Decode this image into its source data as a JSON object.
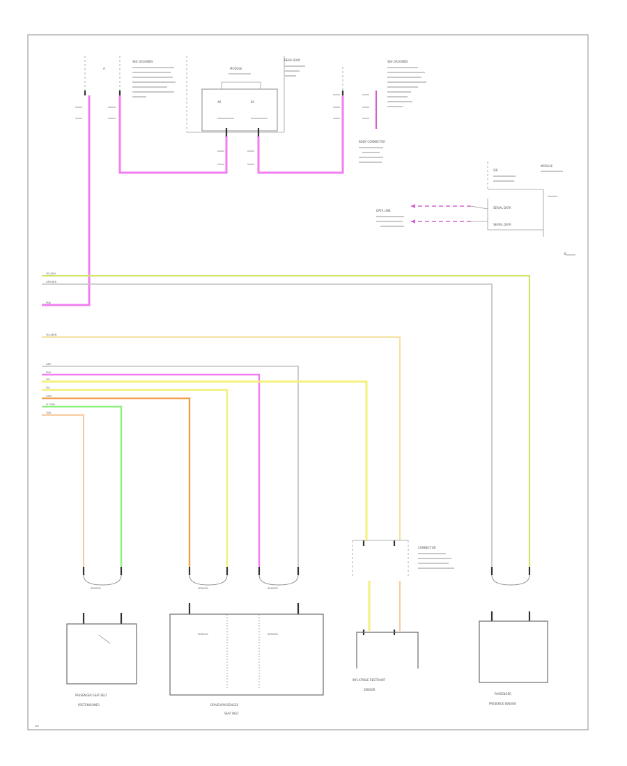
{
  "colors": {
    "pink": "#f27cf0",
    "yellow": "#f5f07a",
    "light_yellow": "#f6e07a",
    "orange": "#f2a04e",
    "light_orange": "#f8c89c",
    "green": "#8ef07e",
    "olive": "#d4e26a",
    "gray": "#b4b4b4",
    "magenta": "#d060d0"
  },
  "labels": {
    "top_left_conn": "A",
    "top_left_note": "SEE GROUNDS",
    "center_module_title": "MODULE",
    "center_module_note": "REAR BODY",
    "center_pin_a": "A6",
    "center_pin_b": "B3",
    "right_note": "SEE GROUNDS",
    "right_splice": "BODY CONNECTOR",
    "ref_box_title": "SIR",
    "ref_box_right": "MODULE",
    "ref_side_label": "DATA LINK",
    "ref_row1": "SERIAL DATA",
    "ref_row2": "SERIAL DATA",
    "ref_id": "B",
    "wire_pink_top": "PNK",
    "wire_olive": "YEL/BLK",
    "wire_gray_top": "GRY/BLK",
    "wire_pink_left": "PNK",
    "wire_light_yellow": "YEL/BRN",
    "bus_gray": "GRY",
    "bus_pink": "PNK",
    "bus_yellow1": "YEL",
    "bus_yellow2": "YEL",
    "bus_orange": "ORN",
    "bus_green": "LT GRN",
    "bus_light_orange": "TAN",
    "comp1_title": "PASSENGER SEAT BELT",
    "comp1_sub": "PRETENSIONER",
    "comp2_title": "DRIVER/PASSENGER",
    "comp2_sub": "SEAT BELT",
    "comp3_title": "INFLATABLE RESTRAINT",
    "comp3_sub": "SENSOR",
    "comp4_title": "PASSENGER",
    "comp4_sub": "PRESENCE SENSOR",
    "inner1": "SENSOR",
    "inner2": "SENSOR",
    "inner3": "SENSOR",
    "inner4": "SENSOR",
    "inner5": "SENSOR",
    "mid_note": "CONNECTOR",
    "footer": "SIR"
  }
}
